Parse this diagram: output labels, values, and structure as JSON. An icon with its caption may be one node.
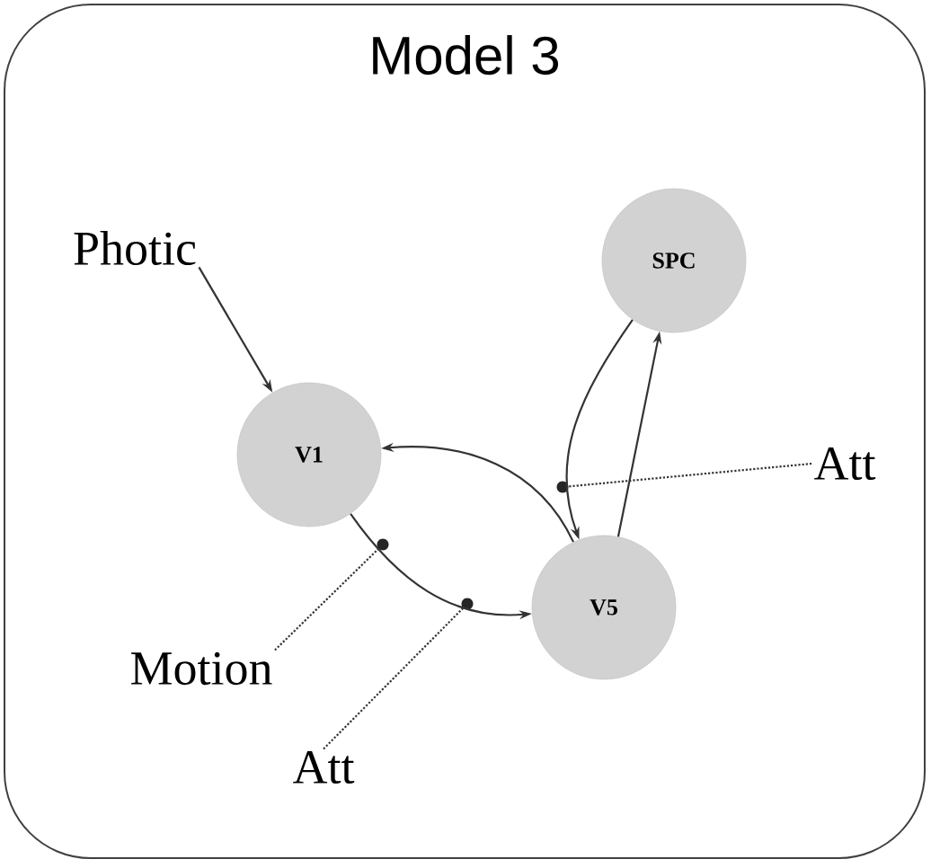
{
  "diagram": {
    "nodes": [
      {
        "text": [
          "Model 3"
        ]
      },
      {
        "text": [
          "Photic"
        ],
        "in": 0
      },
      {
        "text": [
          "V1"
        ],
        "in": 0
      },
      {
        "text": [
          "SPC"
        ],
        "in": 0
      },
      {
        "text": [
          "V5"
        ],
        "in": 0
      },
      {
        "text": [
          "Att"
        ],
        "in": 0
      },
      {
        "text": [
          "Motion"
        ],
        "in": 0
      },
      {
        "text": [
          "Att"
        ],
        "in": 0
      },
      {
        "text": [],
        "shape": "circle",
        "in": 0
      },
      {
        "text": [],
        "shape": "circle",
        "in": 0
      },
      {
        "text": [],
        "shape": "circle",
        "in": 0
      }
    ],
    "edges": [
      {
        "from": 1,
        "to": 2,
        "arrow": "to"
      },
      {
        "from": 2,
        "to": 4,
        "arrow": "to"
      },
      {
        "from": 4,
        "to": 2,
        "arrow": "to"
      },
      {
        "from": 4,
        "to": 3,
        "arrow": "to"
      },
      {
        "from": 3,
        "to": 4,
        "arrow": "to"
      },
      {
        "from": 5,
        "to": 10,
        "arrow": "none",
        "style": "dashed"
      },
      {
        "from": 6,
        "to": 8,
        "arrow": "none",
        "style": "dashed"
      },
      {
        "from": 7,
        "to": 9,
        "arrow": "none",
        "style": "dashed"
      }
    ]
  }
}
